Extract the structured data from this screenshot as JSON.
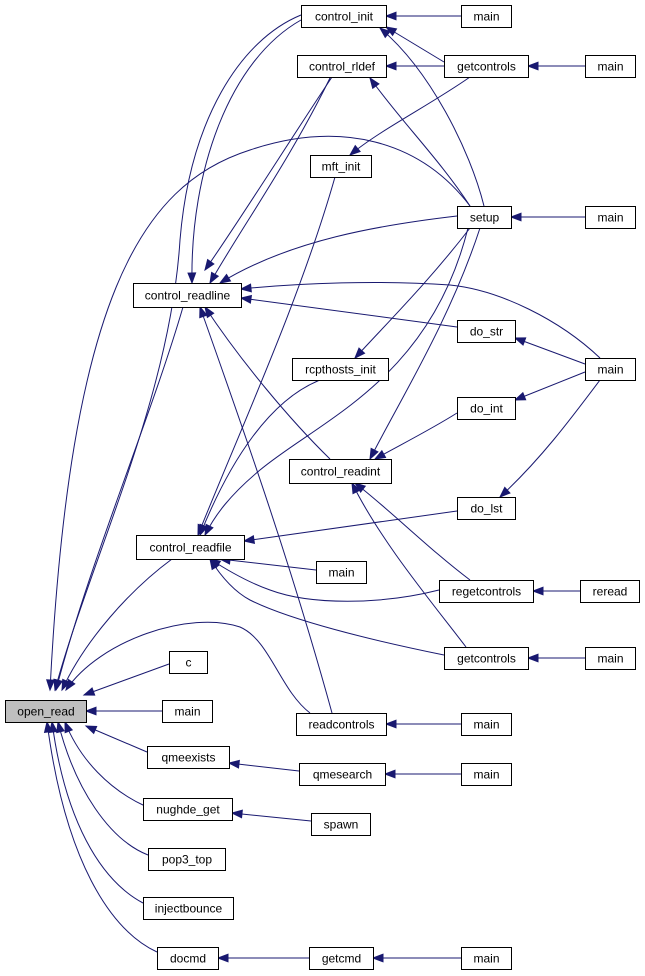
{
  "graph": {
    "root": "open_read",
    "node_labels": {
      "open_read": "open_read",
      "control_init": "control_init",
      "main_ci": "main",
      "control_rldef": "control_rldef",
      "getcontrols_top": "getcontrols",
      "main_gct": "main",
      "mft_init": "mft_init",
      "setup": "setup",
      "main_setup": "main",
      "control_readline": "control_readline",
      "do_str": "do_str",
      "main_do": "main",
      "rcpthosts_init": "rcpthosts_init",
      "do_int": "do_int",
      "control_readint": "control_readint",
      "do_lst": "do_lst",
      "control_readfile": "control_readfile",
      "main_crf": "main",
      "regetcontrols": "regetcontrols",
      "reread": "reread",
      "getcontrols_bottom": "getcontrols",
      "main_gcb": "main",
      "c": "c",
      "main_or": "main",
      "readcontrols": "readcontrols",
      "main_rc": "main",
      "qmeexists": "qmeexists",
      "qmesearch": "qmesearch",
      "main_qs": "main",
      "nughde_get": "nughde_get",
      "spawn": "spawn",
      "pop3_top": "pop3_top",
      "injectbounce": "injectbounce",
      "docmd": "docmd",
      "getcmd": "getcmd",
      "main_gcmd": "main"
    },
    "edges": [
      [
        "control_init",
        "open_read"
      ],
      [
        "control_rldef",
        "open_read"
      ],
      [
        "control_readline",
        "open_read"
      ],
      [
        "control_readfile",
        "open_read"
      ],
      [
        "setup",
        "open_read"
      ],
      [
        "c",
        "open_read"
      ],
      [
        "main_or",
        "open_read"
      ],
      [
        "readcontrols",
        "open_read"
      ],
      [
        "qmeexists",
        "open_read"
      ],
      [
        "nughde_get",
        "open_read"
      ],
      [
        "pop3_top",
        "open_read"
      ],
      [
        "injectbounce",
        "open_read"
      ],
      [
        "docmd",
        "open_read"
      ],
      [
        "main_ci",
        "control_init"
      ],
      [
        "getcontrols_top",
        "control_init"
      ],
      [
        "setup",
        "control_init"
      ],
      [
        "getcontrols_top",
        "control_rldef"
      ],
      [
        "setup",
        "control_rldef"
      ],
      [
        "main_gct",
        "getcontrols_top"
      ],
      [
        "getcontrols_top",
        "mft_init"
      ],
      [
        "main_setup",
        "setup"
      ],
      [
        "control_init",
        "control_readline"
      ],
      [
        "control_rldef",
        "control_readline"
      ],
      [
        "setup",
        "control_readline"
      ],
      [
        "main_do",
        "control_readline"
      ],
      [
        "do_str",
        "control_readline"
      ],
      [
        "control_readint",
        "control_readline"
      ],
      [
        "readcontrols",
        "control_readline"
      ],
      [
        "main_do",
        "do_str"
      ],
      [
        "main_do",
        "do_int"
      ],
      [
        "main_do",
        "do_lst"
      ],
      [
        "setup",
        "rcpthosts_init"
      ],
      [
        "setup",
        "control_readint"
      ],
      [
        "do_int",
        "control_readint"
      ],
      [
        "regetcontrols",
        "control_readint"
      ],
      [
        "getcontrols_bottom",
        "control_readint"
      ],
      [
        "mft_init",
        "control_readfile"
      ],
      [
        "rcpthosts_init",
        "control_readfile"
      ],
      [
        "setup",
        "control_readfile"
      ],
      [
        "do_lst",
        "control_readfile"
      ],
      [
        "main_crf",
        "control_readfile"
      ],
      [
        "regetcontrols",
        "control_readfile"
      ],
      [
        "getcontrols_bottom",
        "control_readfile"
      ],
      [
        "reread",
        "regetcontrols"
      ],
      [
        "main_gcb",
        "getcontrols_bottom"
      ],
      [
        "main_rc",
        "readcontrols"
      ],
      [
        "qmesearch",
        "qmeexists"
      ],
      [
        "main_qs",
        "qmesearch"
      ],
      [
        "spawn",
        "nughde_get"
      ],
      [
        "getcmd",
        "docmd"
      ],
      [
        "main_gcmd",
        "getcmd"
      ]
    ]
  },
  "colors": {
    "edge": "#191970",
    "root_fill": "#bfbfbf",
    "node_fill": "#ffffff",
    "node_border": "#000000"
  }
}
